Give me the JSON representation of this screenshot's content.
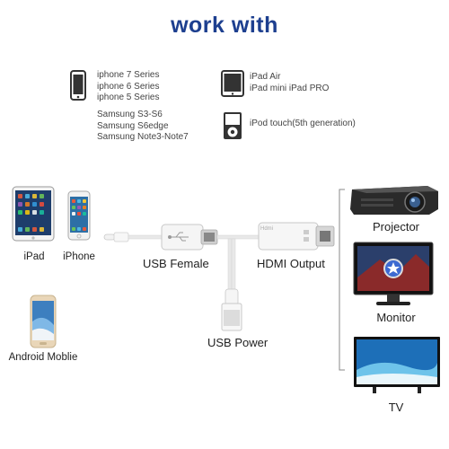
{
  "title": "work with",
  "compat_left": {
    "iphone_lines": [
      "iphone 7 Series",
      "iphone 6 Series",
      "iphone 5 Series"
    ],
    "samsung_lines": [
      "Samsung S3-S6",
      "Samsung S6edge",
      "Samsung Note3-Note7"
    ]
  },
  "compat_right": {
    "ipad_lines": [
      "iPad Air",
      "iPad mini iPad PRO"
    ],
    "ipod_lines": [
      "iPod touch(5th generation)"
    ]
  },
  "devices": {
    "ipad": "iPad",
    "iphone": "iPhone",
    "android": "Android Moblie"
  },
  "cable": {
    "usb_female": "USB Female",
    "hdmi_output": "HDMI Output",
    "usb_power": "USB Power",
    "adapter_brand": "Hdmi"
  },
  "outputs": {
    "projector": "Projector",
    "monitor": "Monitor",
    "tv": "TV"
  },
  "colors": {
    "title": "#1d3f8f",
    "bracket": "#888888",
    "cable": "#e6e6e6"
  }
}
